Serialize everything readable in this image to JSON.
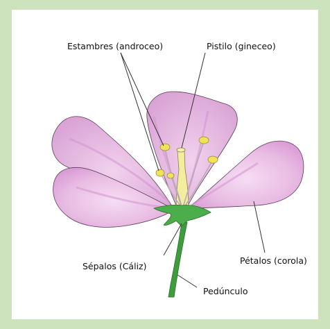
{
  "diagram": {
    "labels": {
      "stamens": "Estambres (androceo)",
      "pistil": "Pistilo (gineceo)",
      "petals": "Pétalos (corola)",
      "sepals": "Sépalos (Cáliz)",
      "peduncle": "Pedúnculo"
    },
    "colors": {
      "background_border": "#cde3bd",
      "petal_fill": "#e9bde4",
      "petal_shade": "#d79ad3",
      "petal_outline": "#5a3b57",
      "stamen_anther": "#f0e25a",
      "pistil": "#f3ee9e",
      "sepal": "#4cae4a",
      "stem": "#3d9d3d"
    }
  }
}
